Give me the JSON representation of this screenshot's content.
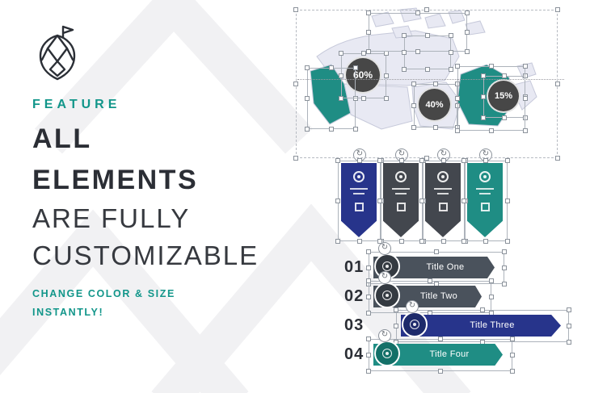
{
  "hero": {
    "eyebrow": "FEATURE",
    "headline_lines": [
      "ALL",
      "ELEMENTS",
      "ARE FULLY",
      "CUSTOMIZABLE"
    ],
    "note_lines": [
      "CHANGE COLOR & SIZE",
      "INSTANTLY!"
    ]
  },
  "map_infographic": {
    "stats": [
      {
        "value": "60%"
      },
      {
        "value": "40%"
      },
      {
        "value": "15%"
      }
    ],
    "region_colors": {
      "highlight": "#1f8d84",
      "base": "#e8e9f3"
    }
  },
  "banner_elements": [
    {
      "color": "#27348b"
    },
    {
      "color": "#43474e"
    },
    {
      "color": "#43474e"
    },
    {
      "color": "#1f8d84"
    }
  ],
  "list_elements": {
    "items": [
      {
        "number": "01",
        "title": "Title One",
        "bar_color": "#4a525c"
      },
      {
        "number": "02",
        "title": "Title Two",
        "bar_color": "#4a525c"
      },
      {
        "number": "03",
        "title": "Title Three",
        "bar_color": "#27348b"
      },
      {
        "number": "04",
        "title": "Title Four",
        "bar_color": "#1f8d84"
      }
    ]
  },
  "colors": {
    "accent_teal": "#12968a",
    "text_dark": "#2b2e35",
    "blue": "#27348b",
    "charcoal": "#43474e",
    "teal": "#1f8d84",
    "stat_circle": "#474747",
    "watermark": "#f1f1f3"
  },
  "icons": {
    "logo": "hop-flag-logo-icon",
    "rotate": "rotate-handle-icon"
  }
}
